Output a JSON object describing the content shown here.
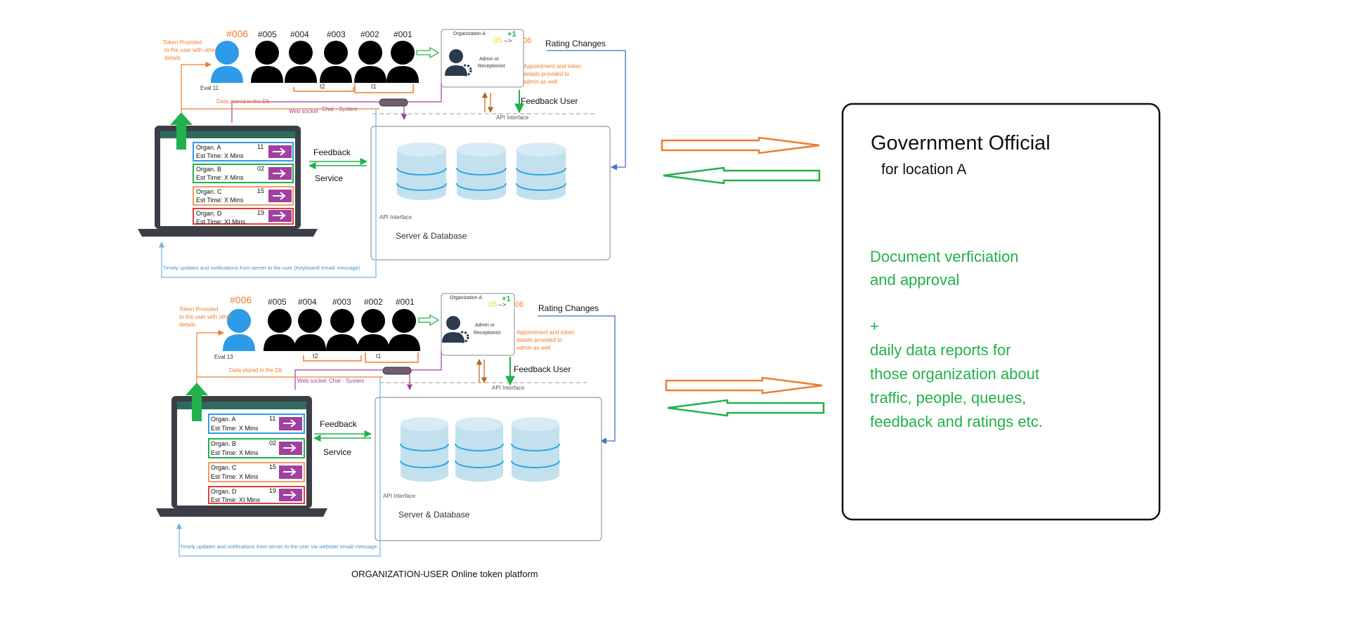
{
  "panel1": {
    "tokens": [
      "#006",
      "#005",
      "#004",
      "#003",
      "#002",
      "#001"
    ],
    "token_note": [
      "Token Provided",
      "to the user with other",
      "details"
    ],
    "user_label": "Eval 11",
    "queue_marks": [
      "t2",
      "t1"
    ],
    "admin_title": "Organization A",
    "admin_role": [
      "Admin or",
      "Receptionist"
    ],
    "rating_old": "05",
    "rating_arrow": "-->",
    "rating_new": "06",
    "rating_delta": "+1",
    "rating_changes": "Rating Changes",
    "appointment_note": [
      "Appointment and token",
      "details provided to",
      "admin as well"
    ],
    "feedback_user": "Feedback  User",
    "db_store_note": "Data stored in the Db",
    "websocket_label": "Web socket",
    "chat_label": "Chat - System",
    "api_top": "API Interface",
    "api_left": "API Interface",
    "server_label": "Server & Database",
    "feedback": "Feedback",
    "service": "Service",
    "timely_note": "Timely updates and notifications from server to the user  (Keyboard/ email/ message)",
    "orgs": [
      {
        "name": "Organ. A",
        "time": "Est Time: X Mins",
        "num": "11"
      },
      {
        "name": "Organ.  B",
        "time": "Est Time: X Mins",
        "num": "02"
      },
      {
        "name": "Organ. C",
        "time": "Est Time: X Mins",
        "num": "15"
      },
      {
        "name": "Organ. D",
        "time": "Est Time: XI Mins",
        "num": "19"
      }
    ]
  },
  "panel2": {
    "tokens": [
      "#006",
      "#005",
      "#004",
      "#003",
      "#002",
      "#001"
    ],
    "token_note": [
      "Token Provided",
      "to the user with other",
      "details"
    ],
    "user_label": "Eval 13",
    "queue_marks": [
      "t2",
      "t1"
    ],
    "admin_title": "Organization A",
    "admin_role": [
      "Admin or",
      "Receptionist"
    ],
    "rating_old": "05",
    "rating_arrow": "-->",
    "rating_new": "06",
    "rating_delta": "+1",
    "rating_changes": "Rating Changes",
    "appointment_note": [
      "Appointment and token",
      "details provided to",
      "admin as well"
    ],
    "feedback_user": "Feedback  User",
    "db_store_note": "Data stored in the Db",
    "websocket_label": "Web socket",
    "chat_label": "Chat - System",
    "api_top": "API Interface",
    "api_left": "API Interface",
    "server_label": "Server & Database",
    "feedback": "Feedback",
    "service": "Service",
    "timely_note": "Timely updates and notifications from server to the user via website/ email/ message",
    "orgs": [
      {
        "name": "Organ. A",
        "time": "Est Time: X Mins",
        "num": "11"
      },
      {
        "name": "Organ.  B",
        "time": "Est Time: X Mins",
        "num": "02"
      },
      {
        "name": "Organ. C",
        "time": "Est Time: X Mins",
        "num": "15"
      },
      {
        "name": "Organ. D",
        "time": "Est Time: XI Mins",
        "num": "19"
      }
    ]
  },
  "caption": "ORGANIZATION-USER Online token platform",
  "gov": {
    "title": "Government Official",
    "subtitle": "for location A",
    "duty1": [
      "Document verficiation",
      "and approval"
    ],
    "plus": "+",
    "duty2": [
      "daily data reports for",
      "those organization about",
      "traffic, people, queues,",
      "feedback and ratings etc."
    ]
  },
  "colors": {
    "orange": "#ED7D31",
    "green": "#22B14C",
    "blue": "#4472C4",
    "light_blue": "#75B4E0",
    "purple": "#A040A0",
    "person_blue": "#2E9BE8",
    "yellow": "#F0D020",
    "laptop": "#3B3F45",
    "screen_header": "#2E6B5E",
    "db": "#C3E0EE",
    "db_line": "#2AA7E0"
  }
}
